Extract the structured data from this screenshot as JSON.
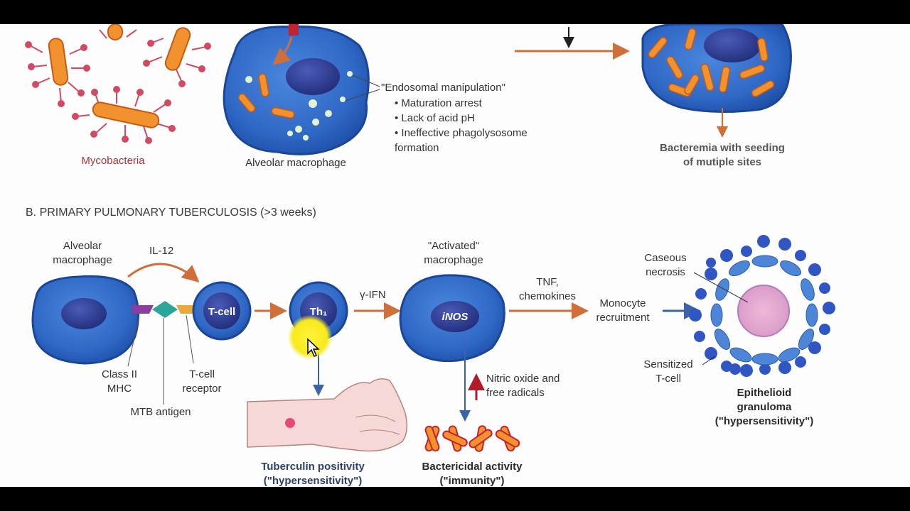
{
  "section_a": {
    "mycobacteria_label": "Mycobacteria",
    "alveolar_macrophage_label": "Alveolar macrophage",
    "endosomal_title": "\"Endosomal manipulation\"",
    "endosomal_items": [
      "• Maturation arrest",
      "• Lack of acid pH",
      "• Ineffective phagolysosome",
      "   formation"
    ],
    "bacteremia_label": "Bacteremia with seeding\nof mutiple sites"
  },
  "section_b": {
    "title": "B. PRIMARY PULMONARY TUBERCULOSIS (>3 weeks)",
    "alveolar_macrophage": "Alveolar\nmacrophage",
    "il12": "IL-12",
    "tcell": "T-cell",
    "th1": "Th₁",
    "gamma_ifn": "γ-IFN",
    "activated_macrophage": "\"Activated\"\nmacrophage",
    "inos": "iNOS",
    "tnf": "TNF,\nchemokines",
    "monocyte": "Monocyte\nrecruitment",
    "caseous": "Caseous\nnecrosis",
    "sensitized": "Sensitized\nT-cell",
    "class_ii": "Class II\nMHC",
    "tcell_receptor": "T-cell\nreceptor",
    "mtb_antigen": "MTB antigen",
    "nitric_oxide": "Nitric oxide and\nfree radicals",
    "tuberculin": "Tuberculin positivity",
    "tuberculin_sub": "(\"hypersensitivity\")",
    "bactericidal": "Bactericidal activity",
    "bactericidal_sub": "(\"immunity\")",
    "granuloma": "Epithelioid\ngranuloma\n(\"hypersensitivity\")"
  },
  "colors": {
    "cell_blue": "#2f68c6",
    "nucleus": "#28348a",
    "bacillus": "#f2922e",
    "arrow": "#cf6f3a",
    "blue_arrow": "#3c62a8",
    "cursor_highlight": "#f7ea1c"
  }
}
